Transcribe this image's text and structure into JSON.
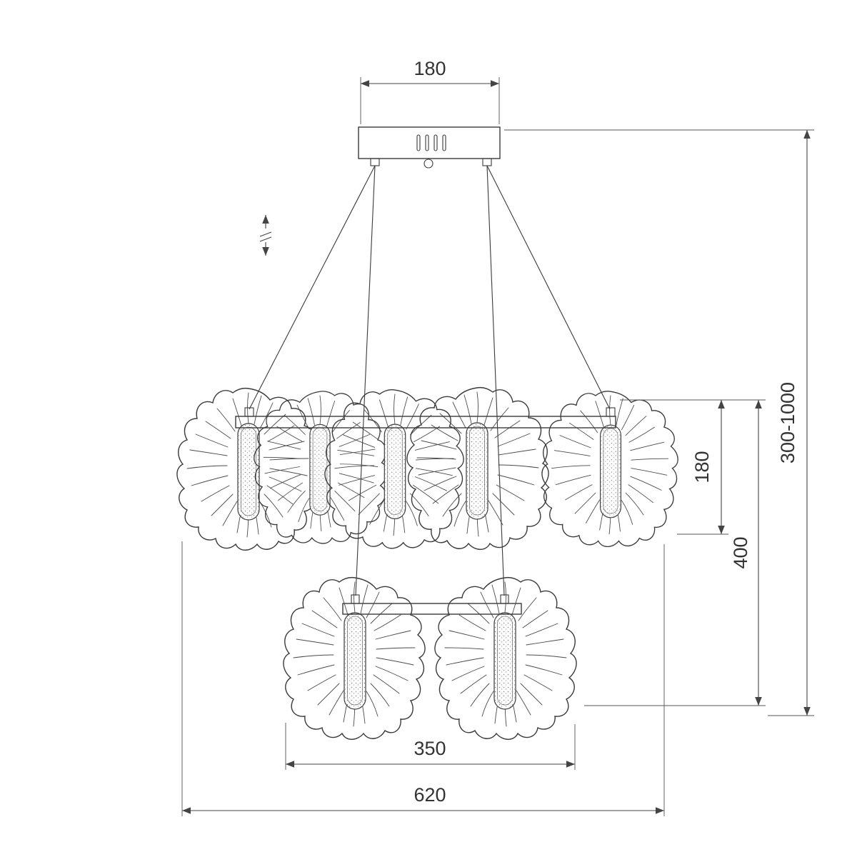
{
  "drawing": {
    "type": "technical-dimension-drawing",
    "subject": "two-tier pendant chandelier with organic leaf shades",
    "colors": {
      "line": "#3a3a3a",
      "dimension": "#444444",
      "background": "#ffffff"
    },
    "dimensions": {
      "canopy_width": "180",
      "suspension_height_range": "300-1000",
      "upper_tier_drop": "180",
      "tier_overall_height": "400",
      "lower_tier_width": "350",
      "overall_width": "620"
    },
    "upper_tier": {
      "shade_count": 5
    },
    "lower_tier": {
      "shade_count": 2
    },
    "icons": {
      "height_adjust": "double-arrow-with-break"
    }
  }
}
